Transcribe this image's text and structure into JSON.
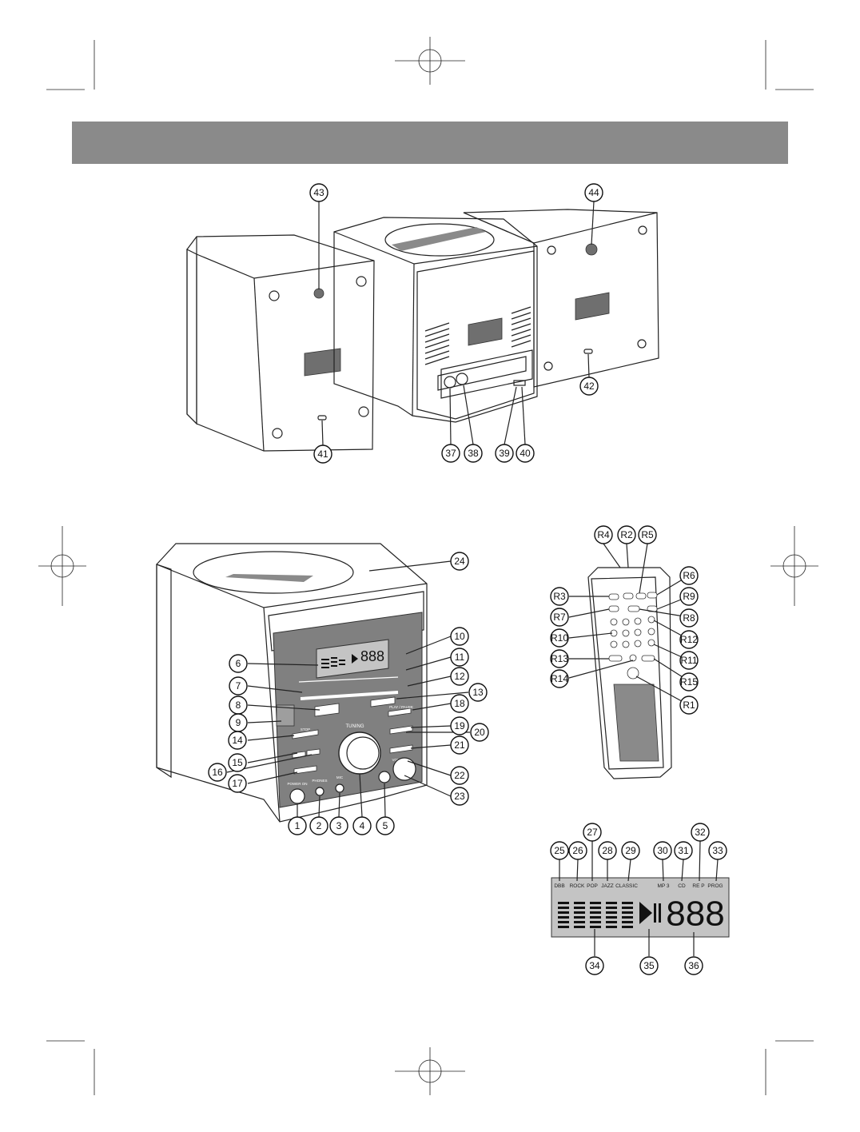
{
  "callouts": {
    "rear": [
      "43",
      "44",
      "41",
      "42",
      "37",
      "38",
      "39",
      "40"
    ],
    "front": [
      "1",
      "2",
      "3",
      "4",
      "5",
      "6",
      "7",
      "8",
      "9",
      "10",
      "11",
      "12",
      "13",
      "14",
      "15",
      "16",
      "17",
      "18",
      "19",
      "20",
      "21",
      "22",
      "23",
      "24"
    ],
    "remote": [
      "R1",
      "R2",
      "R3",
      "R4",
      "R5",
      "R6",
      "R7",
      "R8",
      "R9",
      "R10",
      "R11",
      "R12",
      "R13",
      "R14",
      "R15"
    ],
    "display": [
      "25",
      "26",
      "27",
      "28",
      "29",
      "30",
      "31",
      "32",
      "33",
      "34",
      "35",
      "36"
    ]
  },
  "display_panel": {
    "indicators": [
      "DBB",
      "ROCK",
      "POP",
      "JAZZ",
      "CLASSIC",
      "MP 3",
      "CD",
      "RE P",
      "PROG"
    ],
    "digits": "888"
  },
  "front_panel_labels": {
    "power_on": "POWER ON",
    "phones": "PHONES",
    "mic": "MIC",
    "tuning": "TUNING",
    "volume": "VOLUME",
    "stop": "STOP",
    "play_pause": "PLAY / PAUSE"
  },
  "colors": {
    "header_band": "#8a8a8a",
    "panel": "#808080",
    "lcd": "#c4c4c4"
  }
}
